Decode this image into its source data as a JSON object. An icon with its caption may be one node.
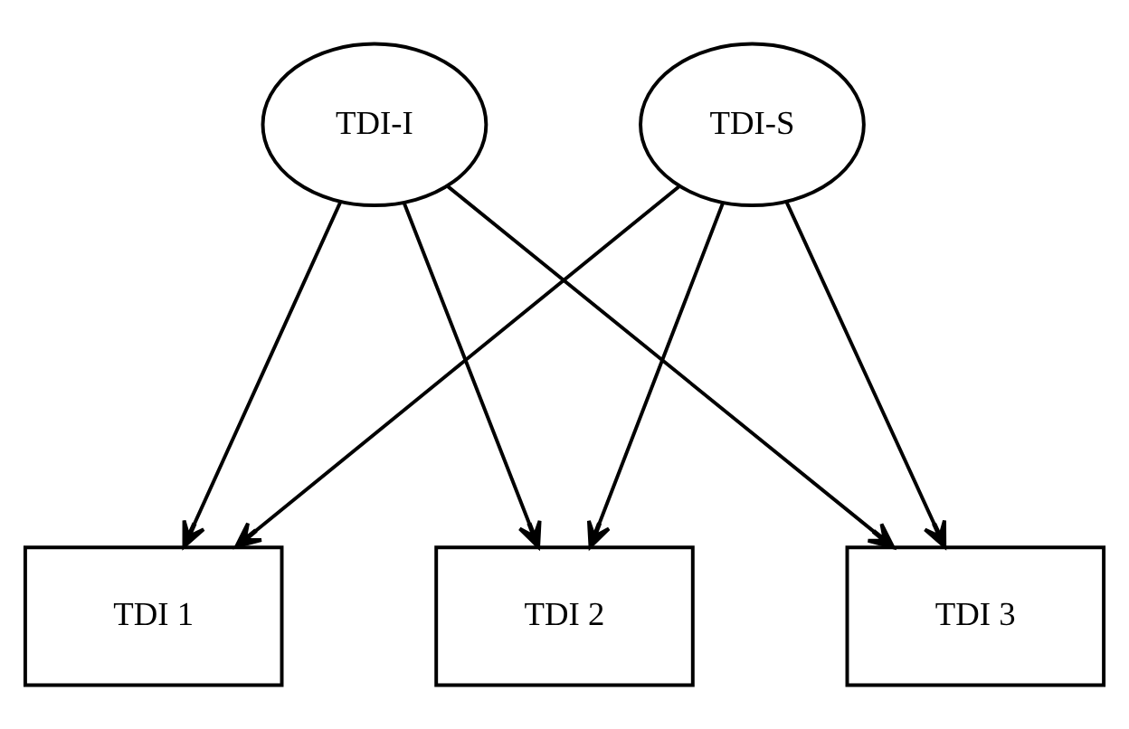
{
  "diagram": {
    "nodes": [
      {
        "text": [
          "TDI-I"
        ]
      },
      {
        "text": [
          "TDI-S"
        ]
      },
      {
        "text": [
          "TDI 1"
        ]
      },
      {
        "text": [
          "TDI 2"
        ]
      },
      {
        "text": [
          "TDI 3"
        ]
      }
    ],
    "edges": [
      {
        "from": 0,
        "to": 2,
        "arrow": "to"
      },
      {
        "from": 0,
        "to": 3,
        "arrow": "to"
      },
      {
        "from": 0,
        "to": 4,
        "arrow": "to"
      },
      {
        "from": 1,
        "to": 2,
        "arrow": "to"
      },
      {
        "from": 1,
        "to": 3,
        "arrow": "to"
      },
      {
        "from": 1,
        "to": 4,
        "arrow": "to"
      }
    ]
  }
}
